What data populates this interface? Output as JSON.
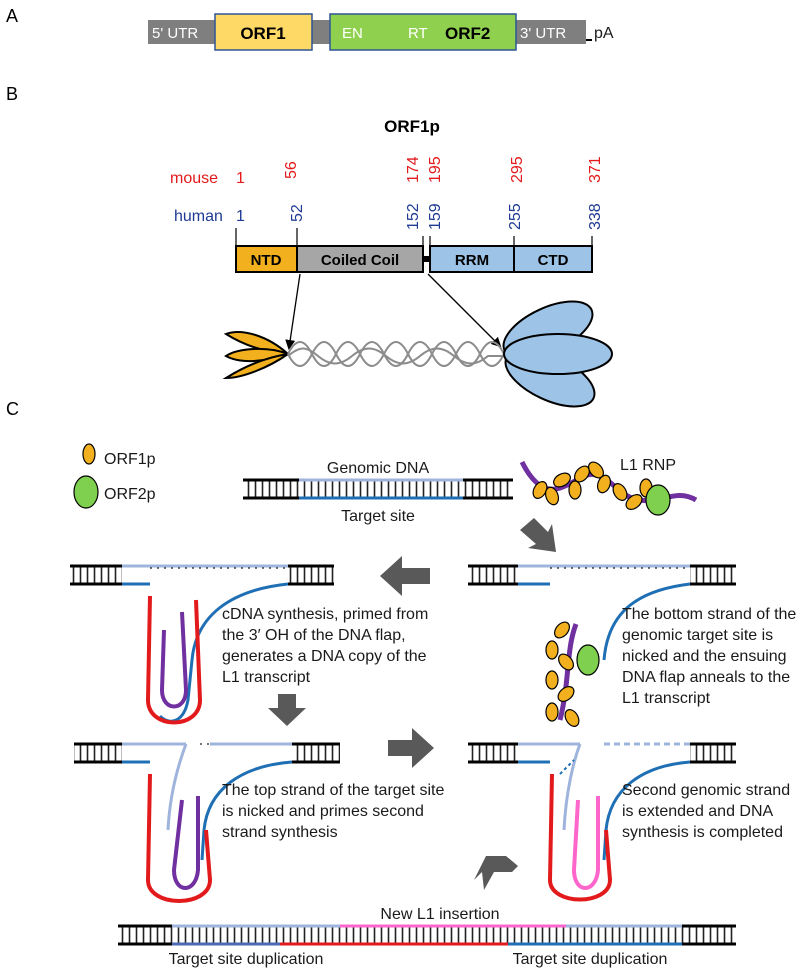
{
  "panels": {
    "a": "A",
    "b": "B",
    "c": "C"
  },
  "gene": {
    "utr5": "5' UTR",
    "orf1": "ORF1",
    "en": "EN",
    "rt": "RT",
    "orf2": "ORF2",
    "utr3": "3' UTR",
    "pa": "pA"
  },
  "protein": {
    "title": "ORF1p",
    "mouse_label": "mouse",
    "human_label": "human",
    "mouse_positions": [
      "1",
      "56",
      "174",
      "195",
      "295",
      "371"
    ],
    "human_positions": [
      "1",
      "52",
      "152",
      "159",
      "255",
      "338"
    ],
    "domains": [
      "NTD",
      "Coiled Coil",
      "RRM",
      "CTD"
    ]
  },
  "legend": {
    "orf1p": "ORF1p",
    "orf2p": "ORF2p"
  },
  "labels": {
    "genomic_dna": "Genomic DNA",
    "target_site": "Target site",
    "l1_rnp": "L1 RNP",
    "new_insertion": "New L1 insertion",
    "tsd_left": "Target site duplication",
    "tsd_right": "Target site duplication"
  },
  "steps": {
    "cdna": "cDNA synthesis, primed from the 3′ OH of the DNA flap, generates a DNA copy of the L1 transcript",
    "nick_bottom": "The bottom strand of the genomic target site is nicked and the ensuing DNA flap anneals to the L1 transcript",
    "nick_top": "The top strand of the target site is nicked and primes second strand synthesis",
    "second_strand": "Second genomic strand is extended and DNA synthesis is completed"
  },
  "colors": {
    "orf1_fill": "#ffd966",
    "orf2_fill": "#8fd14f",
    "utr": "#7f7f7f",
    "ntd": "#f2b01e",
    "coiled": "#a6a6a6",
    "rrm": "#9dc3e6",
    "mouse_text": "#e31a1c",
    "human_text": "#1f3a93",
    "light_strand": "#9fb4dc",
    "dark_strand": "#1f6fb5",
    "rna": "#7030a0",
    "cdna": "#e31a1c",
    "second": "#ff66cc",
    "orf2p": "#7fd04f"
  }
}
